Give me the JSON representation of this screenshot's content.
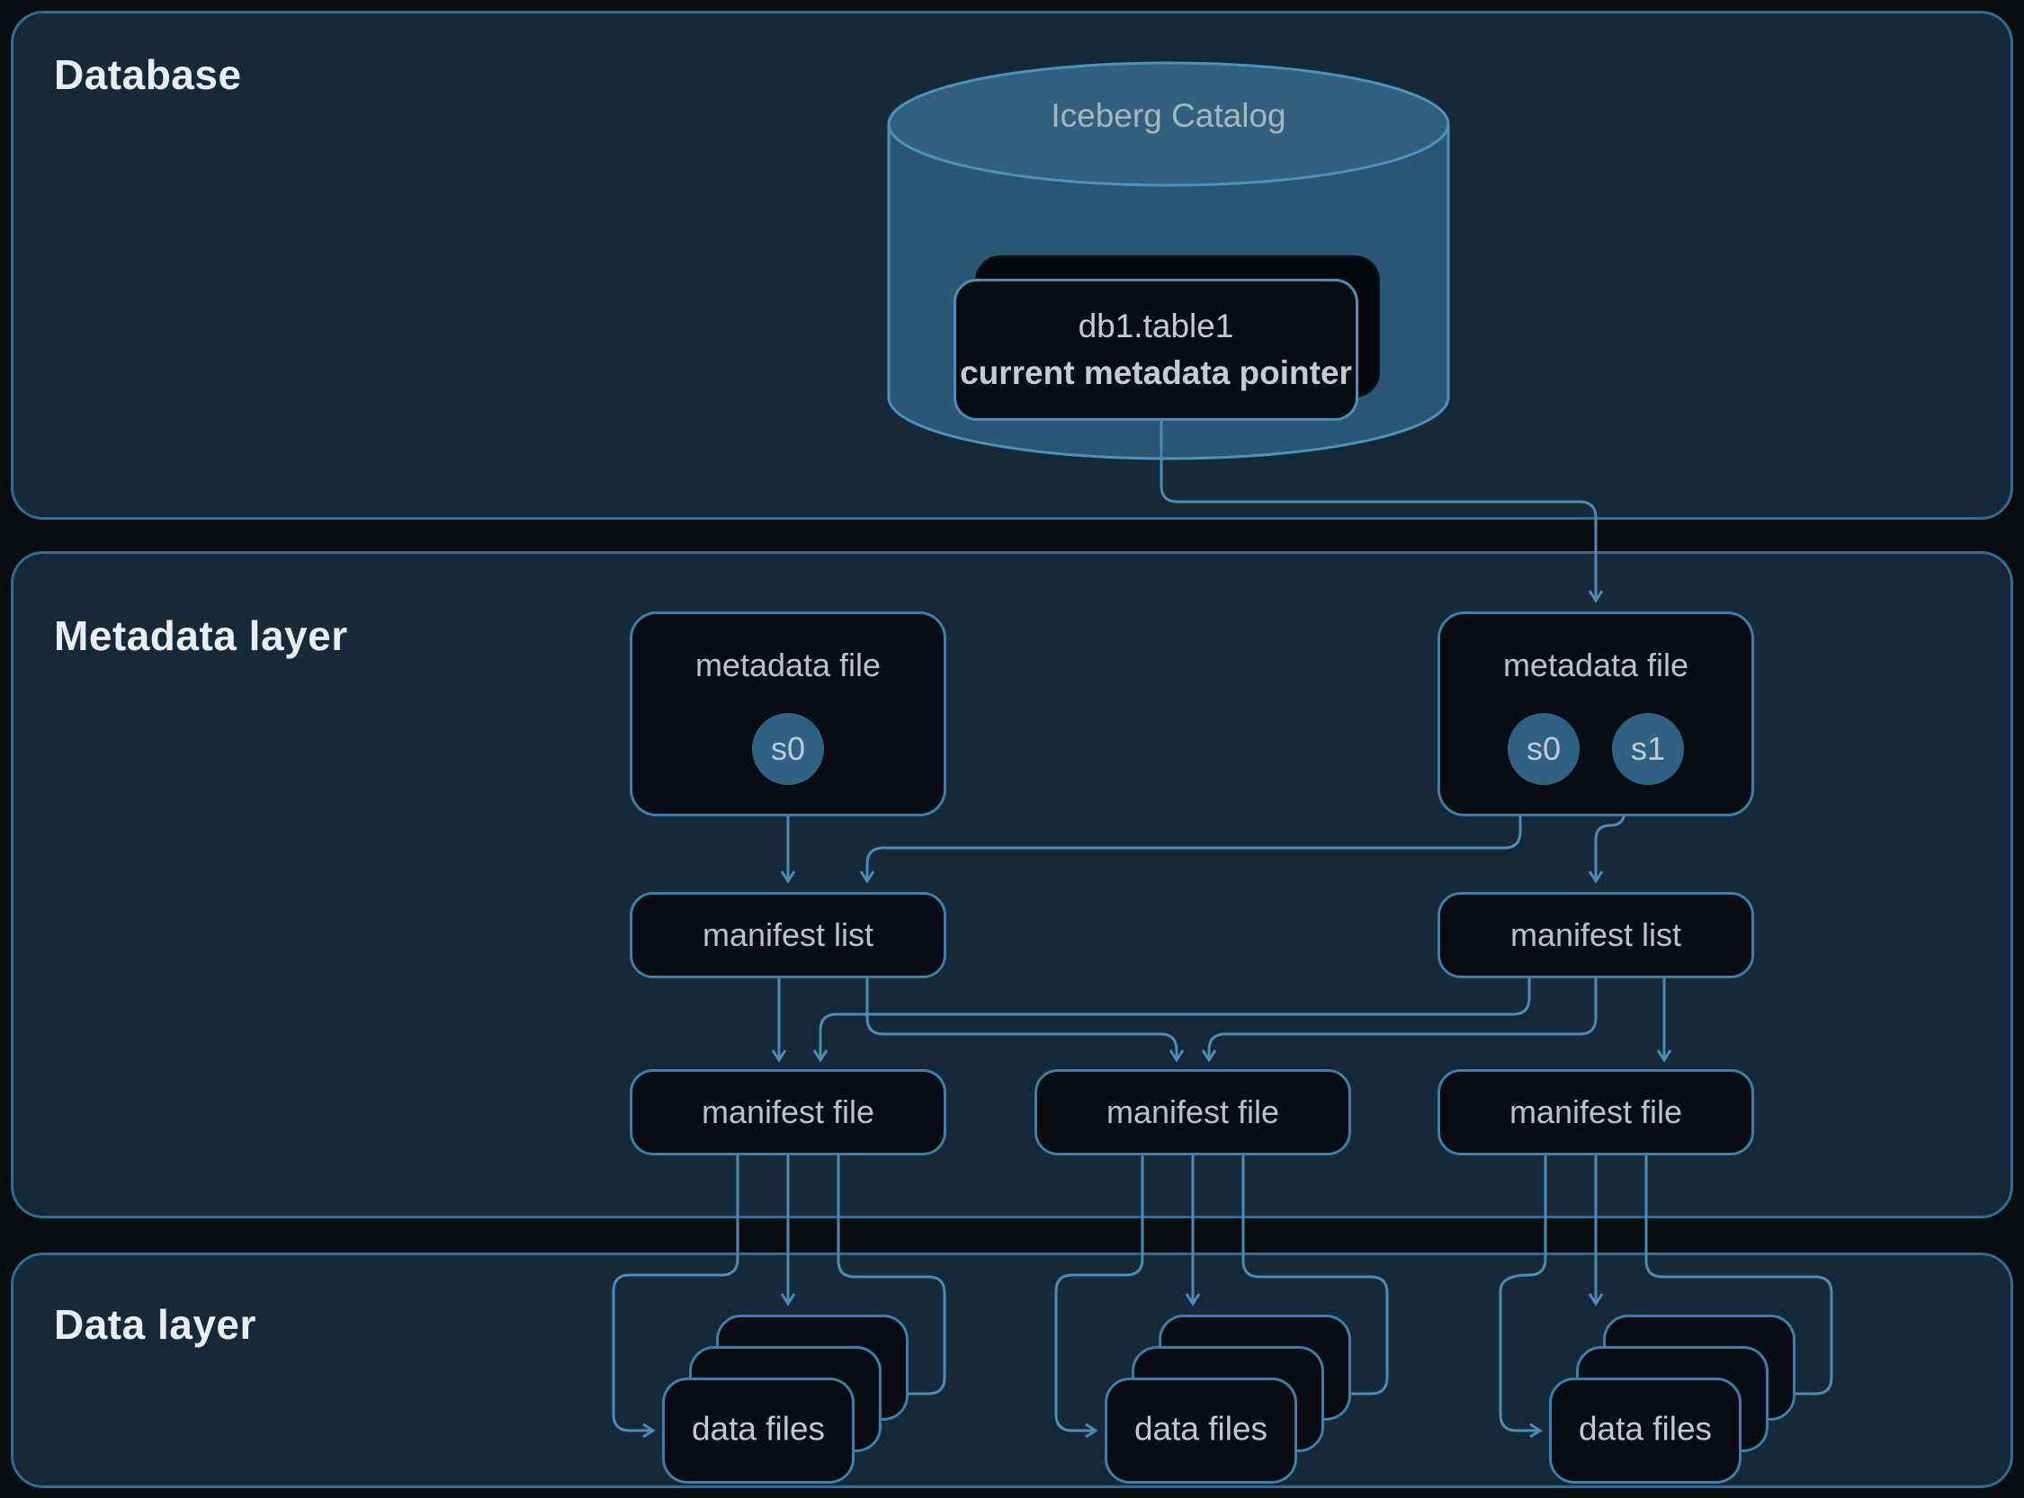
{
  "sections": {
    "database": {
      "title": "Database"
    },
    "metadata": {
      "title": "Metadata layer"
    },
    "data": {
      "title": "Data layer"
    }
  },
  "catalog": {
    "label": "Iceberg Catalog",
    "pointer": {
      "table": "db1.table1",
      "caption": "current metadata pointer"
    }
  },
  "metadata_files": [
    {
      "label": "metadata file",
      "snapshots": [
        "s0"
      ]
    },
    {
      "label": "metadata file",
      "snapshots": [
        "s0",
        "s1"
      ]
    }
  ],
  "manifest_lists": [
    {
      "label": "manifest list"
    },
    {
      "label": "manifest list"
    }
  ],
  "manifest_files": [
    {
      "label": "manifest file"
    },
    {
      "label": "manifest file"
    },
    {
      "label": "manifest file"
    }
  ],
  "data_file_stacks": [
    {
      "label": "data files"
    },
    {
      "label": "data files"
    },
    {
      "label": "data files"
    }
  ],
  "colors": {
    "page_background": "#0c0d0e",
    "panel_background": "#15293a",
    "panel_border": "#2e6d94",
    "node_background": "#0a0e14",
    "node_border": "#3c7fa8",
    "connector": "#4b8bb4",
    "cylinder_fill": "#2a5874",
    "cylinder_top_fill": "#31617f",
    "cylinder_stroke": "#4d92bc",
    "snapshot_fill": "#2d6286",
    "heading_text": "#e9edf0",
    "label_text": "#bac2c9"
  }
}
